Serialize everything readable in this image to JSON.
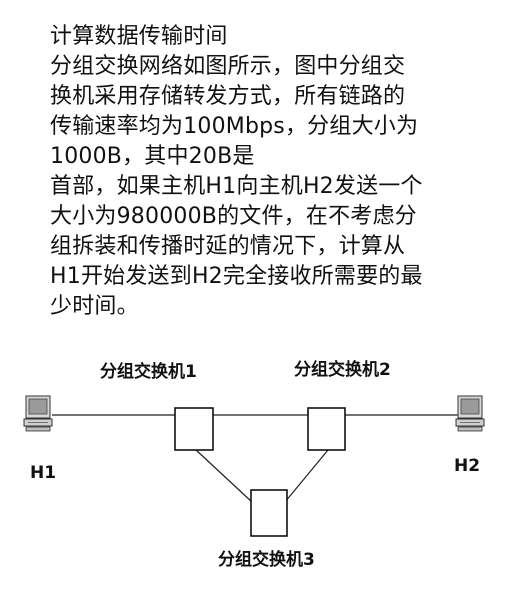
{
  "question": {
    "lines": [
      "计算数据传输时间",
      "分组交换网络如图所示，图中分组交",
      "换机采用存储转发方式，所有链路的",
      "传输速率均为100Mbps，分组大小为",
      "1000B，其中20B是",
      "首部，如果主机H1向主机H2发送一个",
      "大小为980000B的文件，在不考虑分",
      "组拆装和传播时延的情况下，计算从",
      "H1开始发送到H2完全接收所需要的最",
      "少时间。"
    ]
  },
  "diagram": {
    "switches": [
      {
        "label": "分组交换机1"
      },
      {
        "label": "分组交换机2"
      },
      {
        "label": "分组交换机3"
      }
    ],
    "hosts": [
      {
        "label": "H1",
        "icon": "computer-icon"
      },
      {
        "label": "H2",
        "icon": "computer-icon"
      }
    ]
  }
}
